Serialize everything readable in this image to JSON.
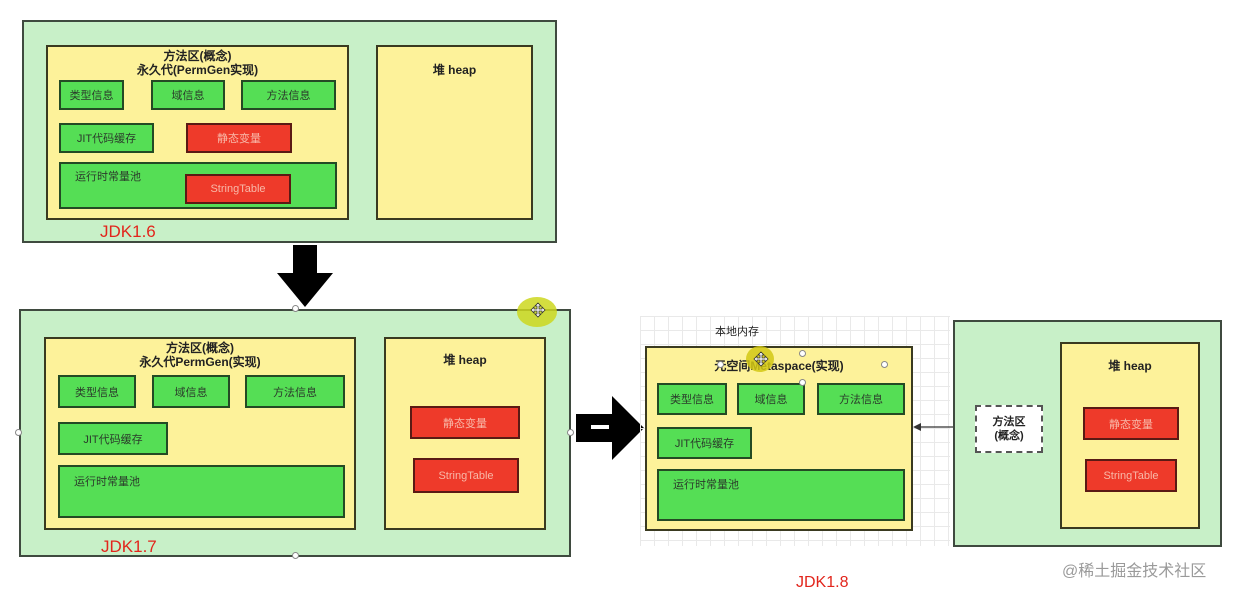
{
  "jdk16": {
    "label": "JDK1.6",
    "method_area_title_1": "方法区(概念)",
    "method_area_title_2": "永久代(PermGen实现)",
    "type_info": "类型信息",
    "field_info": "域信息",
    "method_info": "方法信息",
    "jit_cache": "JIT代码缓存",
    "static_vars": "静态变量",
    "runtime_pool": "运行时常量池",
    "string_table": "StringTable",
    "heap_title": "堆 heap"
  },
  "jdk17": {
    "label": "JDK1.7",
    "method_area_title_1": "方法区(概念)",
    "method_area_title_2": "永久代PermGen(实现)",
    "type_info": "类型信息",
    "field_info": "域信息",
    "method_info": "方法信息",
    "jit_cache": "JIT代码缓存",
    "runtime_pool": "运行时常量池",
    "heap_title": "堆 heap",
    "static_vars": "静态变量",
    "string_table": "StringTable"
  },
  "jdk18": {
    "label": "JDK1.8",
    "native_memory": "本地内存",
    "metaspace_title": "元空间Metaspace(实现)",
    "type_info": "类型信息",
    "field_info": "域信息",
    "method_info": "方法信息",
    "jit_cache": "JIT代码缓存",
    "runtime_pool": "运行时常量池",
    "method_area_concept_1": "方法区",
    "method_area_concept_2": "(概念)",
    "heap_title": "堆 heap",
    "static_vars": "静态变量",
    "string_table": "StringTable"
  },
  "watermark": "@稀土掘金技术社区",
  "colors": {
    "outer_bg": "#c8f0c8",
    "yellow": "#fdf29a",
    "green": "#55de55",
    "red": "#ee3a2a",
    "jdk_label": "#e2251c"
  }
}
